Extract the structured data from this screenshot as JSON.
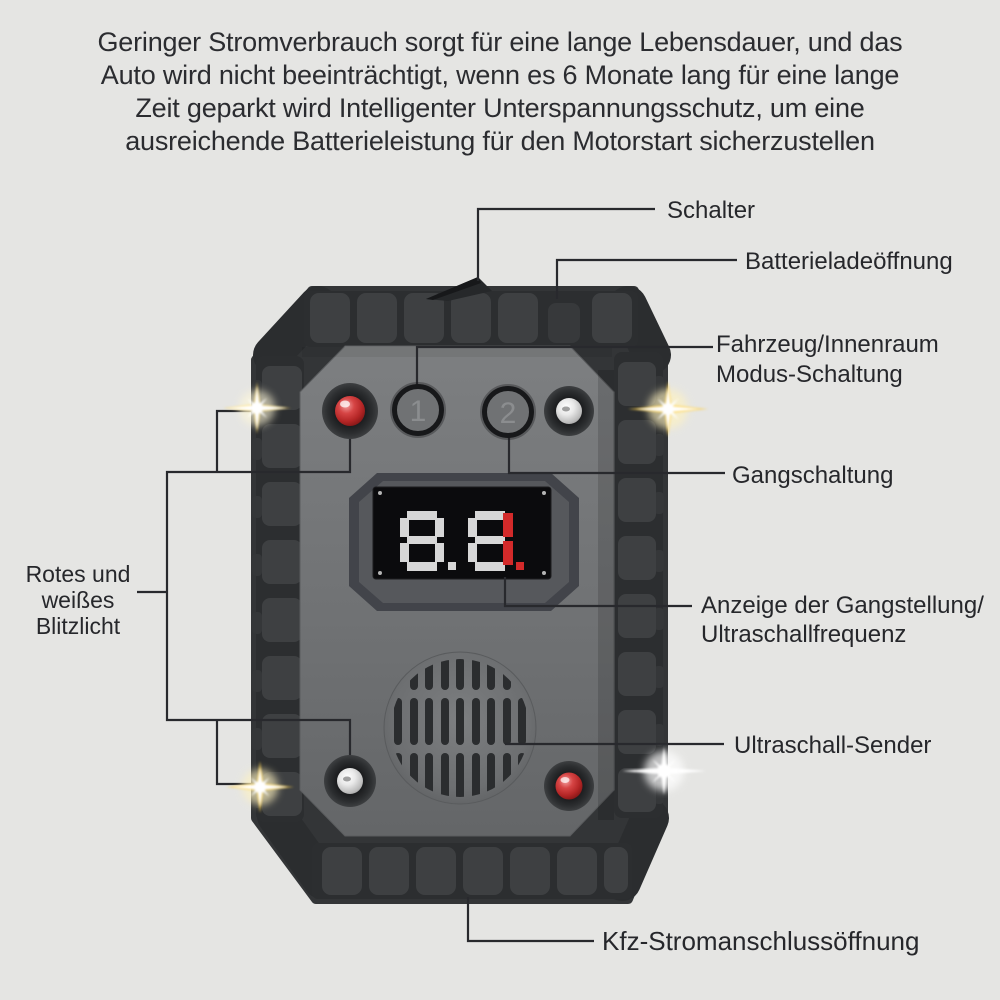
{
  "header": {
    "lines": [
      "Geringer Stromverbrauch sorgt für eine lange Lebensdauer, und das",
      "Auto wird nicht beeinträchtigt, wenn es 6 Monate lang für eine lange",
      "Zeit geparkt wird Intelligenter Unterspannungsschutz, um eine",
      "ausreichende Batterieleistung für den Motorstart sicherzustellen"
    ]
  },
  "callouts": {
    "schalter": {
      "label": "Schalter"
    },
    "batterieladeoeffnung": {
      "label": "Batterieladeöffnung"
    },
    "fahrzeug_modus": {
      "line1": "Fahrzeug/Innenraum",
      "line2": "Modus-Schaltung"
    },
    "gangschaltung": {
      "label": "Gangschaltung"
    },
    "anzeige": {
      "line1": "Anzeige der Gangstellung/",
      "line2": "Ultraschallfrequenz"
    },
    "ultraschall_sender": {
      "label": "Ultraschall-Sender"
    },
    "kfz_stromanschluss": {
      "label": "Kfz-Stromanschlussöffnung"
    },
    "blitzlicht": {
      "line1": "Rotes und",
      "line2": "weißes",
      "line3": "Blitzlicht"
    }
  },
  "device": {
    "button1_label": "1",
    "button2_label": "2",
    "display": {
      "ghost_value": "8.8.",
      "active_value": "1",
      "ghost_color": "#e9e9e9",
      "active_color": "#d32a2a"
    }
  },
  "colors": {
    "background": "#e5e5e3",
    "text": "#2b2c30",
    "leader_line": "#28292d",
    "device_body": "#333537",
    "bumper": "#2c2e30",
    "rib": "#3e4042",
    "panel": "#717375",
    "display_bg": "#0b0b0d",
    "led_red": "#c13030",
    "led_white": "#e8e8e8"
  }
}
